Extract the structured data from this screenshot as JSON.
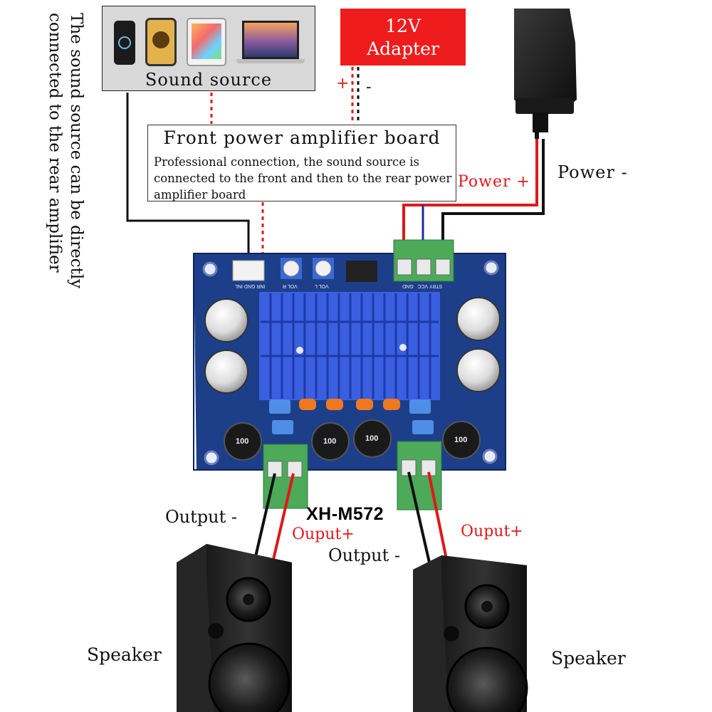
{
  "side_note": "The sound source can be directly\nconnected to the rear amplifier",
  "sound_source": {
    "label": "Sound source",
    "device_icons": [
      "mp3-player-icon",
      "smartphone-icon",
      "tablet-icon",
      "laptop-icon"
    ]
  },
  "adapter": {
    "line1": "12V",
    "line2": "Adapter",
    "plus": "+",
    "minus": "-"
  },
  "front_board": {
    "title": "Front power amplifier board",
    "description": "Professional connection, the sound source is connected to the front and then to the rear power amplifier board"
  },
  "power_labels": {
    "plus": "Power +",
    "minus": "Power -"
  },
  "board": {
    "model": "XH-M572",
    "input_pins": "INR GND INL",
    "vol_r": "VOL R",
    "vol_l": "VOL L",
    "power_pins": "STBY VCC   GND",
    "inductor_label": "100"
  },
  "outputs": {
    "left_minus": "Output -",
    "left_plus": "Ouput+",
    "right_minus": "Output -",
    "right_plus": "Ouput+"
  },
  "speakers": {
    "left": "Speaker",
    "right": "Speaker"
  },
  "colors": {
    "adapter_red": "#ee1c1c",
    "wire_red": "#e01818",
    "wire_black": "#111111",
    "wire_blue": "#1a2c9c",
    "pcb_blue": "#1d3f8a",
    "terminal_green": "#4caa59",
    "heatsink_blue": "#3a5fe0"
  }
}
